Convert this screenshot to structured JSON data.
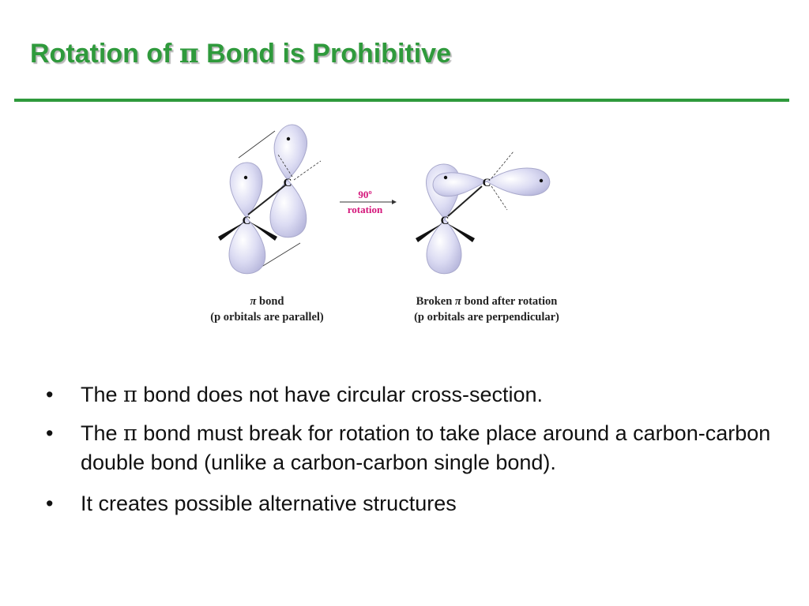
{
  "slide": {
    "title_part1": "Rotation of ",
    "title_pi": "π",
    "title_part2": " Bond is Prohibitive"
  },
  "figure": {
    "carbon_label": "C",
    "arrow_label_line1": "90º",
    "arrow_label_line2": "rotation",
    "left_caption_pi": "π",
    "left_caption_line1": " bond",
    "left_caption_line2": "(p orbitals are parallel)",
    "right_caption_part1": "Broken ",
    "right_caption_pi": "π",
    "right_caption_part2": " bond after rotation",
    "right_caption_line2": "(p orbitals are perpendicular)",
    "colors": {
      "orbital_fill": "#dcdcf3",
      "orbital_stroke": "#a9a9cc",
      "arrow_label": "#d4157a"
    }
  },
  "bullets": [
    {
      "symbol": "•",
      "before": "The ",
      "pi": "π",
      "after": " bond does not have circular cross-section."
    },
    {
      "symbol": "•",
      "before": "The ",
      "pi": "π",
      "after": " bond must break for rotation to take place around a carbon-carbon double bond (unlike a carbon-carbon single bond)."
    },
    {
      "symbol": "•",
      "text": "It creates possible alternative structures"
    }
  ],
  "colors": {
    "title": "#2f9a3c",
    "rule": "#2f9a3c",
    "text": "#111111"
  }
}
